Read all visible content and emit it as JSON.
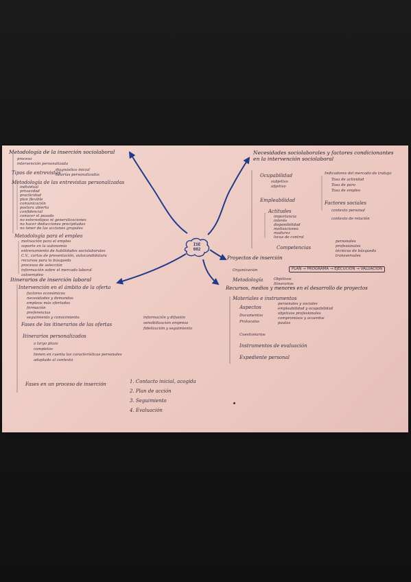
{
  "center_code": "ISE\n002",
  "tl": {
    "title": "Metodología de la inserción sociolaboral",
    "l1": "proceso",
    "l2": "intervención personalizada",
    "types_title": "Tipos de entrevistas",
    "types_items": [
      "diagnóstico inicial",
      "tutorías personalizadas"
    ],
    "entrevista_title": "Metodología de las entrevistas personalizadas",
    "entrevista_items": [
      "individual",
      "privacidad",
      "practicidad",
      "plan flexible",
      "comunicación",
      "postura abierta",
      "confidencial",
      "conocer el pasado",
      "no estereotipos ni generalizaciones",
      "no hacer deducciones precipitadas",
      "no tener de las acciones grupales"
    ],
    "empleo_title": "Metodología para el empleo",
    "empleo_items": [
      "motivación para el empleo",
      "soporte en la autonomía",
      "entrenamiento de habilidades sociolaborales",
      "C.V., cartas de presentación, autocandidatura",
      "recursos para la búsqueda",
      "procesos de selección",
      "información sobre el mercado laboral",
      "autoempleo"
    ]
  },
  "tr": {
    "title": "Necesidades sociolaborales y factores condicionantes en la intervención sociolaboral",
    "ocup_title": "Ocupabilidad",
    "ocup_items": [
      "subjetivo",
      "objetivo"
    ],
    "emple_title": "Empleabilidad",
    "act_title": "Actitudes",
    "act_items": [
      "importancia",
      "interés",
      "disponibilidad",
      "motivaciones",
      "madurez",
      "locus de control"
    ],
    "comp_title": "Competencias",
    "comp_items": [
      "personales",
      "profesionales",
      "técnicas de búsqueda",
      "transversales"
    ],
    "ind_title": "Indicadores del mercado de trabajo",
    "ind_items": [
      "Tasa de actividad",
      "Tasa de paro",
      "Tasa de empleo"
    ],
    "fac_title": "Factores sociales",
    "fac_items": [
      "contexto personal",
      "contexto de relación"
    ]
  },
  "mr": {
    "title": "Proyectos de inserción",
    "org": "Organización",
    "plan": "PLAN → PROGRAMA → EJECUCIÓN → VALUACIÓN",
    "met": "Metodología",
    "met_items": [
      "Objetivos",
      "Itinerarios"
    ]
  },
  "br": {
    "title": "Recursos, medios y menores en el desarrollo de proyectos",
    "mat": "Materiales e instrumentos",
    "asp": "Aspectos",
    "asp_items": [
      "personales y sociales",
      "empleabilidad y ocupabilidad",
      "objetivos profesionales",
      "compromisos y acuerdos",
      "pautas"
    ],
    "doc": "Documentos",
    "prot": "Protocolos",
    "cuest": "Cuestionarios",
    "instr": "Instrumentos de evaluación",
    "exp": "Expediente personal"
  },
  "bl": {
    "title": "Itinerarios de inserción laboral",
    "int_title": "Intervención en el ámbito de la oferta",
    "int_items": [
      "factores económicos",
      "necesidades y demandas",
      "empleos más ofertados",
      "formación",
      "preferencias",
      "seguimiento y conocimiento"
    ],
    "fases_title": "Fases de los itinerarios de las ofertas",
    "fases_items": [
      "información y difusión",
      "sensibilización empresa",
      "fidelización y seguimiento"
    ],
    "itin_title": "Itinerarios personalizados",
    "itin_items": [
      "a largo plazo",
      "completos",
      "tienen en cuenta las características personales",
      "adaptado al contexto"
    ],
    "proc_title": "Fases en un proceso de inserción",
    "proc_items": [
      "1. Contacto inicial, acogida",
      "2. Plan de acción",
      "3. Seguimiento",
      "4. Evaluación"
    ]
  },
  "colors": {
    "ink": "#3a3040",
    "arrow": "#1e3a8a",
    "paper": "#ecc9c1"
  }
}
